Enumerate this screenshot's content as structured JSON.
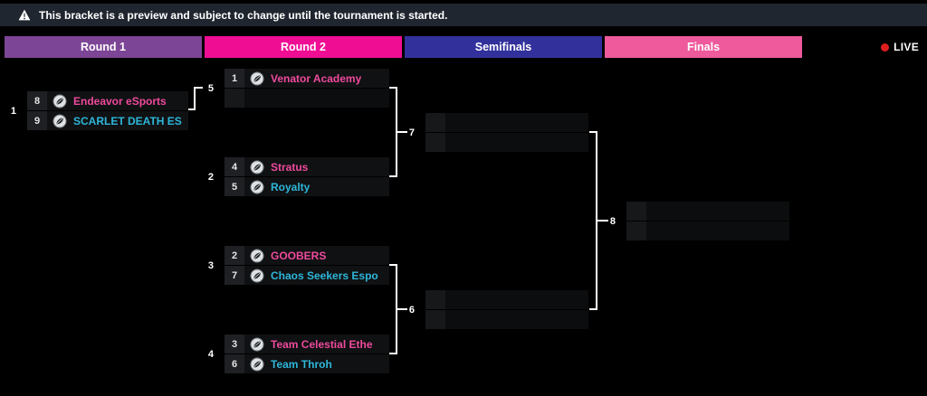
{
  "banner": {
    "text": "This bracket is a preview and subject to change until the tournament is started.",
    "bg": "#20262f"
  },
  "header": {
    "rounds": [
      {
        "label": "Round 1",
        "color": "#7d4596"
      },
      {
        "label": "Round 2",
        "color": "#ef0d94"
      },
      {
        "label": "Semifinals",
        "color": "#32319c"
      },
      {
        "label": "Finals",
        "color": "#ee5a9c"
      }
    ],
    "live": {
      "label": "LIVE",
      "dot_color": "#e01e1e"
    }
  },
  "bracket": {
    "accent_colors": {
      "top_team": "#ee4a9c",
      "bottom_team": "#2db7d9",
      "connector": "#ffffff"
    },
    "matches": {
      "m1": {
        "number": "1",
        "slots": [
          {
            "seed": "8",
            "name": "Endeavor eSports",
            "color": "#ee4a9c"
          },
          {
            "seed": "9",
            "name": "SCARLET DEATH ES",
            "color": "#2db7d9"
          }
        ]
      },
      "m5": {
        "number": "5",
        "slots": [
          {
            "seed": "1",
            "name": "Venator Academy",
            "color": "#ee4a9c"
          },
          {
            "seed": "",
            "name": "",
            "color": ""
          }
        ]
      },
      "m2": {
        "number": "2",
        "slots": [
          {
            "seed": "4",
            "name": "Stratus",
            "color": "#ee4a9c"
          },
          {
            "seed": "5",
            "name": "Royalty",
            "color": "#2db7d9"
          }
        ]
      },
      "m3": {
        "number": "3",
        "slots": [
          {
            "seed": "2",
            "name": "GOOBERS",
            "color": "#ee4a9c"
          },
          {
            "seed": "7",
            "name": "Chaos Seekers Espo",
            "color": "#2db7d9"
          }
        ]
      },
      "m4": {
        "number": "4",
        "slots": [
          {
            "seed": "3",
            "name": "Team Celestial Ethe",
            "color": "#ee4a9c"
          },
          {
            "seed": "6",
            "name": "Team Throh",
            "color": "#2db7d9"
          }
        ]
      },
      "m7": {
        "number": "7",
        "slots": [
          {
            "seed": "",
            "name": "",
            "color": ""
          },
          {
            "seed": "",
            "name": "",
            "color": ""
          }
        ]
      },
      "m6": {
        "number": "6",
        "slots": [
          {
            "seed": "",
            "name": "",
            "color": ""
          },
          {
            "seed": "",
            "name": "",
            "color": ""
          }
        ]
      },
      "m8": {
        "number": "8",
        "slots": [
          {
            "seed": "",
            "name": "",
            "color": ""
          },
          {
            "seed": "",
            "name": "",
            "color": ""
          }
        ]
      }
    }
  }
}
